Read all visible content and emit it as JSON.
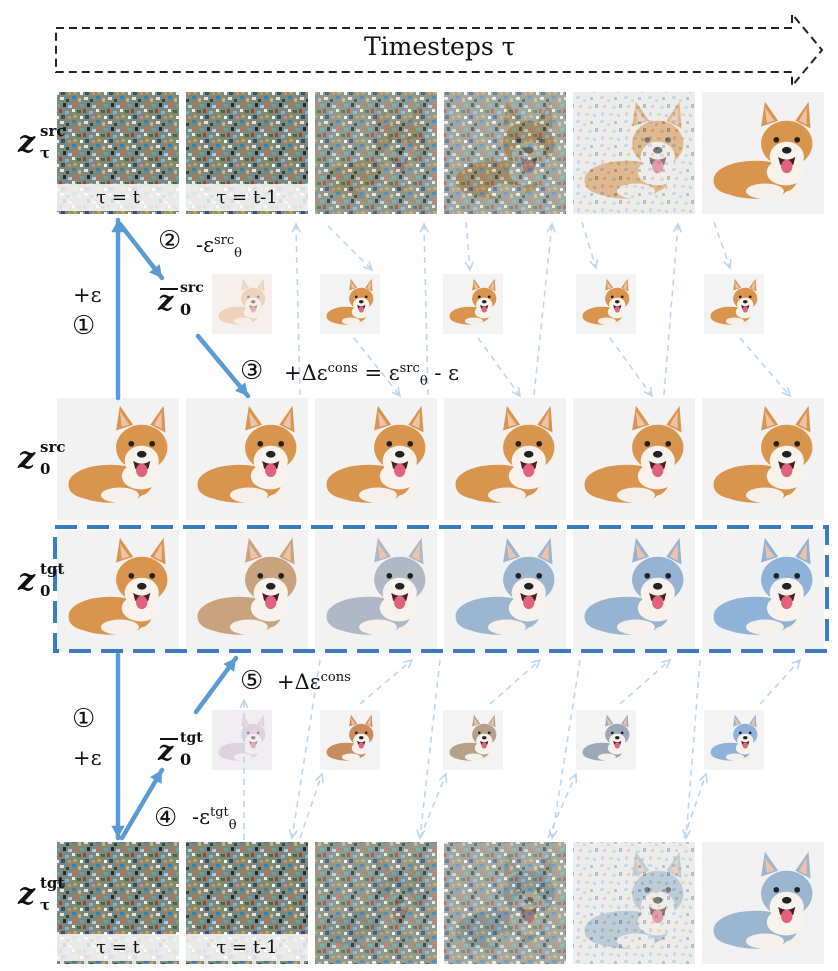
{
  "header": {
    "title": "Timesteps τ"
  },
  "rows": {
    "z_tau_src": {
      "base": "z",
      "sup": "src",
      "sub": "τ"
    },
    "z_0_src": {
      "base": "z",
      "sup": "src",
      "sub": "0"
    },
    "z_0_tgt": {
      "base": "z",
      "sup": "tgt",
      "sub": "0"
    },
    "z_tau_tgt": {
      "base": "z",
      "sup": "tgt",
      "sub": "τ"
    }
  },
  "step_labels": {
    "tau_t": "τ = t",
    "tau_t1": "τ = t-1"
  },
  "annotations": {
    "s1": "①",
    "plus_eps": "+ε",
    "s2": "②",
    "s2_text": "-ε",
    "s2_sup": "src",
    "s2_sub": "θ",
    "z0bar_src_sup": "src",
    "z0bar_src_sub": "0",
    "s3": "③",
    "s3_text_a": "+Δε",
    "s3_text_a_sup": "cons",
    "s3_text_b": "= ε",
    "s3_text_b_sup": "src",
    "s3_text_b_sub": "θ",
    "s3_text_c": "- ε",
    "s4": "④",
    "s4_text": "-ε",
    "s4_sup": "tgt",
    "s4_sub": "θ",
    "z0bar_tgt_sup": "tgt",
    "z0bar_tgt_sub": "0",
    "s5": "⑤",
    "s5_text": "+Δε",
    "s5_sup": "cons"
  },
  "colors": {
    "arrow_solid": "#5b9bd5",
    "arrow_dashed": "#bcd6ee",
    "highlight_box": "#3a7cc3",
    "dog_fur": "#d9944e",
    "dog_fur_blue": "#9db6cf",
    "dog_white": "#f7f2ec",
    "tongue": "#d9587a",
    "noise_bg": "#8a8f7a"
  },
  "icons": [
    "dog-image",
    "noise-image",
    "dashed-arrow",
    "solid-arrow"
  ]
}
